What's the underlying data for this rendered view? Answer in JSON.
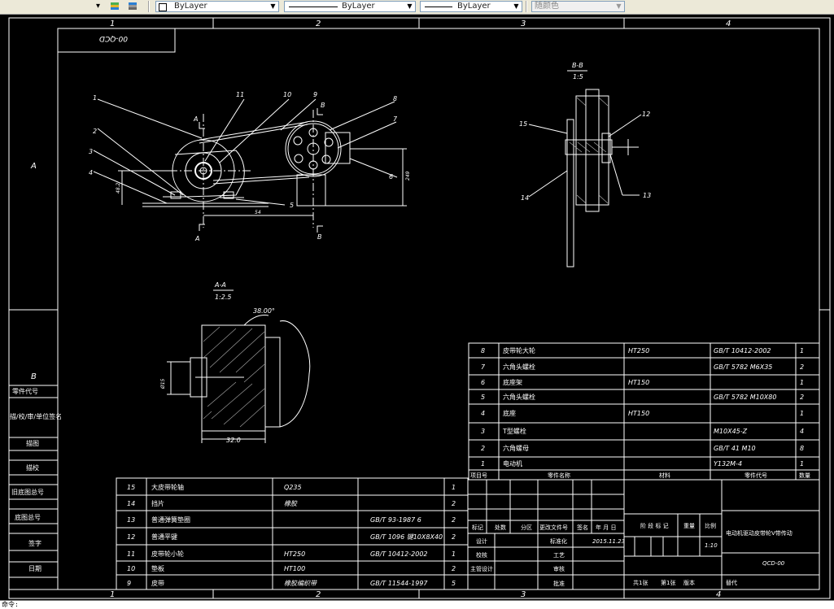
{
  "toolbar": {
    "layer_color": "ByLayer",
    "linetype": "ByLayer",
    "lineweight": "ByLayer",
    "plot_style": "随颜色"
  },
  "frame": {
    "col_labels": [
      "1",
      "2",
      "3",
      "4"
    ],
    "row_labels": [
      "A",
      "B"
    ],
    "drawing_code_rotated": "00-QCD"
  },
  "views": {
    "bb_title": "B-B",
    "bb_scale": "1:5",
    "aa_title": "A-A",
    "aa_scale": "1:2.5",
    "cut_a": "A",
    "cut_b": "B",
    "dim_54": "54",
    "dim_249": "249",
    "dim_48": "48.2",
    "dim_32": "32.0",
    "dim_15": "Ø15",
    "dim_angle": "38.00°",
    "balloons_main": [
      "1",
      "2",
      "3",
      "4",
      "5",
      "6",
      "7",
      "8",
      "9",
      "10",
      "11"
    ],
    "balloons_bb": [
      "12",
      "13",
      "14",
      "15"
    ]
  },
  "left_block": {
    "labels": [
      "零件代号",
      "描/校/审/单位签名",
      "描图",
      "描校",
      "旧底图总号",
      "底图总号",
      "签字",
      "日期"
    ]
  },
  "bom_upper": [
    {
      "no": "8",
      "name": "皮带轮大轮",
      "mat": "HT250",
      "std": "GB/T 10412-2002",
      "qty": "1"
    },
    {
      "no": "7",
      "name": "六角头螺栓",
      "mat": "",
      "std": "GB/T 5782 M6X35",
      "qty": "2"
    },
    {
      "no": "6",
      "name": "底座架",
      "mat": "HT150",
      "std": "",
      "qty": "1"
    },
    {
      "no": "5",
      "name": "六角头螺栓",
      "mat": "",
      "std": "GB/T 5782 M10X80",
      "qty": "2"
    },
    {
      "no": "4",
      "name": "底座",
      "mat": "HT150",
      "std": "",
      "qty": "1"
    },
    {
      "no": "3",
      "name": "T型螺栓",
      "mat": "",
      "std": "M10X45-Z",
      "qty": "4"
    },
    {
      "no": "2",
      "name": "六角螺母",
      "mat": "",
      "std": "GB/T 41  M10",
      "qty": "8"
    },
    {
      "no": "1",
      "name": "电动机",
      "mat": "",
      "std": "Y132M-4",
      "qty": "1"
    }
  ],
  "bom_header": {
    "no": "项目号",
    "name": "零件名称",
    "mat": "材料",
    "std": "零件代号",
    "qty": "数量"
  },
  "bom_lower": [
    {
      "no": "15",
      "name": "大皮带轮轴",
      "mat": "Q235",
      "std": "",
      "qty": "1"
    },
    {
      "no": "14",
      "name": "挡片",
      "mat": "橡胶",
      "std": "",
      "qty": "2"
    },
    {
      "no": "13",
      "name": "普通弹簧垫圈",
      "mat": "",
      "std": "GB/T 93-1987  6",
      "qty": "2"
    },
    {
      "no": "12",
      "name": "普通平键",
      "mat": "",
      "std": "GB/T 1096 键10X8X40",
      "qty": "2"
    },
    {
      "no": "11",
      "name": "皮带轮小轮",
      "mat": "HT250",
      "std": "GB/T 10412-2002",
      "qty": "1"
    },
    {
      "no": "10",
      "name": "垫板",
      "mat": "HT100",
      "std": "",
      "qty": "2"
    },
    {
      "no": "9",
      "name": "皮带",
      "mat": "橡胶编织带",
      "std": "GB/T 11544-1997",
      "qty": "5"
    }
  ],
  "title_block": {
    "h_mark": "标记",
    "h_count": "处数",
    "h_zone": "分区",
    "h_doc": "更改文件号",
    "h_sign": "签名",
    "h_date": "年 月 日",
    "stage": "阶 段 标 记",
    "weight": "重量",
    "scale_lbl": "比例",
    "scale_val": "1:10",
    "design": "设计",
    "std_lbl": "标准化",
    "date_val": "2015.11.23",
    "check": "校核",
    "craft": "工艺",
    "chief": "主管设计",
    "review": "审核",
    "approve": "批准",
    "title": "电动机驱动皮带轮V带传动",
    "code": "QCD-00",
    "sheets": "共1张",
    "sheet": "第1张",
    "version": "版本",
    "replace": "替代"
  },
  "cmd": "命令:"
}
